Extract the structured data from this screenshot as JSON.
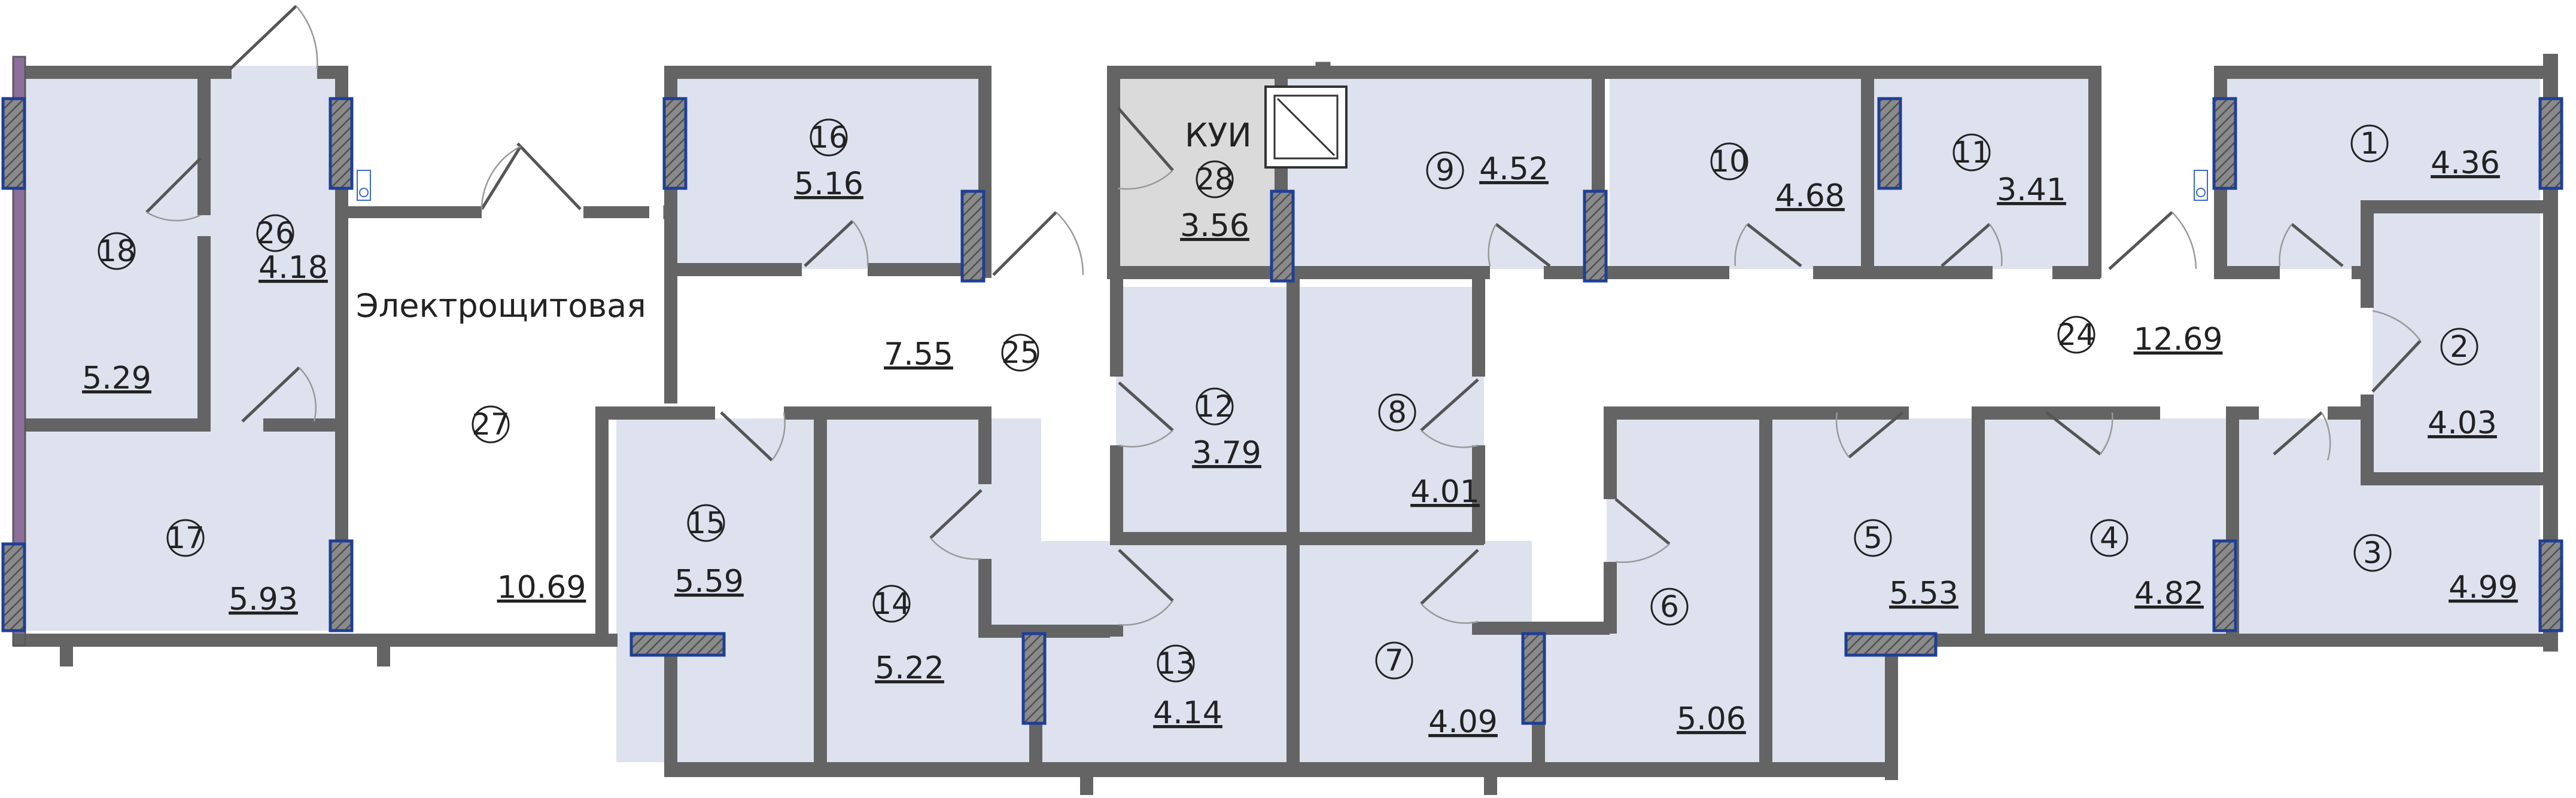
{
  "rooms": [
    {
      "id": "1",
      "number": "1",
      "area": "4.36"
    },
    {
      "id": "2",
      "number": "2",
      "area": "4.03"
    },
    {
      "id": "3",
      "number": "3",
      "area": "4.99"
    },
    {
      "id": "4",
      "number": "4",
      "area": "4.82"
    },
    {
      "id": "5",
      "number": "5",
      "area": "5.53"
    },
    {
      "id": "6",
      "number": "6",
      "area": "5.06"
    },
    {
      "id": "7",
      "number": "7",
      "area": "4.09"
    },
    {
      "id": "8",
      "number": "8",
      "area": "4.01"
    },
    {
      "id": "9",
      "number": "9",
      "area": "4.52"
    },
    {
      "id": "10",
      "number": "10",
      "area": "4.68"
    },
    {
      "id": "11",
      "number": "11",
      "area": "3.41"
    },
    {
      "id": "12",
      "number": "12",
      "area": "3.79"
    },
    {
      "id": "13",
      "number": "13",
      "area": "4.14"
    },
    {
      "id": "14",
      "number": "14",
      "area": "5.22"
    },
    {
      "id": "15",
      "number": "15",
      "area": "5.59"
    },
    {
      "id": "16",
      "number": "16",
      "area": "5.16"
    },
    {
      "id": "17",
      "number": "17",
      "area": "5.93"
    },
    {
      "id": "18",
      "number": "18",
      "area": "5.29"
    },
    {
      "id": "24",
      "number": "24",
      "area": "12.69"
    },
    {
      "id": "25",
      "number": "25",
      "area": "7.55"
    },
    {
      "id": "26",
      "number": "26",
      "area": "4.18"
    },
    {
      "id": "27",
      "number": "27",
      "area": "10.69",
      "label": "Электрощитовая"
    },
    {
      "id": "28",
      "number": "28",
      "area": "3.56",
      "label": "КУИ"
    }
  ],
  "colors": {
    "room_fill": "#dde2ee",
    "utility_fill": "#dadada",
    "wall": "#646464",
    "window_stroke": "#1f3f96"
  }
}
